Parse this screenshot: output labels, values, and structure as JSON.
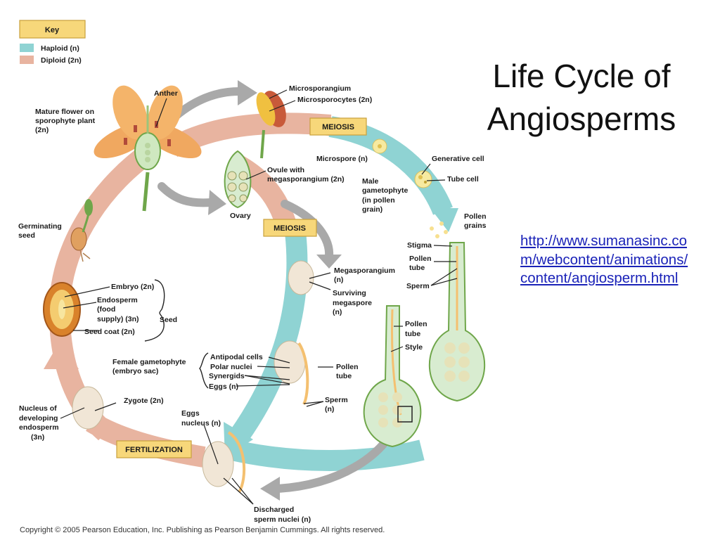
{
  "title": "Life Cycle of Angiosperms",
  "link": "http://www.sumanasinc.com/webcontent/animations/content/angiosperm.html",
  "copyright": "Copyright © 2005 Pearson Education, Inc. Publishing as Pearson Benjamin Cummings. All rights reserved.",
  "colors": {
    "haploid": "#8fd3d3",
    "diploid": "#e8b4a0",
    "key_box": "#f7d77a",
    "arrow_gray": "#a9a9a9"
  },
  "key": {
    "title": "Key",
    "haploid": "Haploid (n)",
    "diploid": "Diploid (2n)"
  },
  "stages": {
    "meiosis_top": "MEIOSIS",
    "meiosis_mid": "MEIOSIS",
    "fertilization": "FERTILIZATION"
  },
  "labels": {
    "anther": "Anther",
    "mature_flower_1": "Mature flower on",
    "mature_flower_2": "sporophyte plant",
    "mature_flower_3": "(2n)",
    "microsporangium": "Microsporangium",
    "microsporocytes": "Microsporocytes (2n)",
    "microspore": "Microspore (n)",
    "generative_cell": "Generative cell",
    "tube_cell": "Tube cell",
    "male_gam_1": "Male",
    "male_gam_2": "gametophyte",
    "male_gam_3": "(in pollen",
    "male_gam_4": "grain)",
    "ovule_1": "Ovule with",
    "ovule_2": "megasporangium (2n)",
    "ovary": "Ovary",
    "pollen_grains_1": "Pollen",
    "pollen_grains_2": "grains",
    "germ_seed_1": "Germinating",
    "germ_seed_2": "seed",
    "stigma": "Stigma",
    "pollen_tube_a_1": "Pollen",
    "pollen_tube_a_2": "tube",
    "sperm_a": "Sperm",
    "megasporangium_1": "Megasporangium",
    "megasporangium_2": "(n)",
    "surviving_1": "Surviving",
    "surviving_2": "megaspore",
    "surviving_3": "(n)",
    "embryo": "Embryo (2n)",
    "endosperm_1": "Endosperm",
    "endosperm_2": "(food",
    "endosperm_3": "supply) (3n)",
    "seed_coat": "Seed coat (2n)",
    "seed": "Seed",
    "pollen_tube_b_1": "Pollen",
    "pollen_tube_b_2": "tube",
    "style": "Style",
    "female_gam_1": "Female gametophyte",
    "female_gam_2": "(embryo sac)",
    "antipodal": "Antipodal cells",
    "polar": "Polar nuclei",
    "synergids": "Synergids",
    "eggs": "Eggs (n)",
    "pollen_tube_c_1": "Pollen",
    "pollen_tube_c_2": "tube",
    "sperm_b_1": "Sperm",
    "sperm_b_2": "(n)",
    "zygote": "Zygote (2n)",
    "nucleus_1": "Nucleus of",
    "nucleus_2": "developing",
    "nucleus_3": "endosperm",
    "nucleus_4": "(3n)",
    "eggs_nucleus_1": "Eggs",
    "eggs_nucleus_2": "nucleus (n)",
    "discharged_1": "Discharged",
    "discharged_2": "sperm nuclei (n)"
  }
}
